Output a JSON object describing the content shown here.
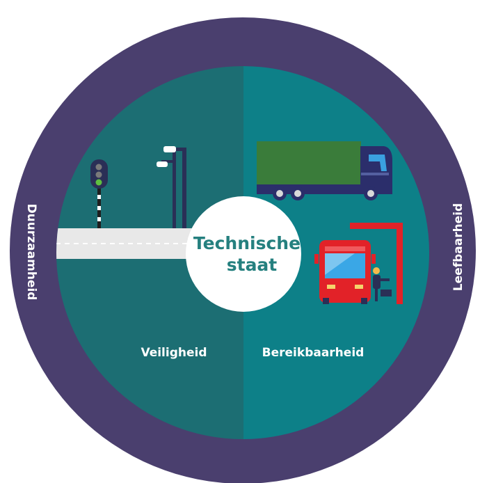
{
  "diagram": {
    "center_label_line1": "Technische",
    "center_label_line2": "staat",
    "inner_left_label": "Veiligheid",
    "inner_right_label": "Bereikbaarheid",
    "outer_left_label": "Duurzaamheid",
    "outer_right_label": "Leefbaarheid"
  },
  "colors": {
    "outer_ring": "#4a3f6e",
    "inner_left": "#1c6e73",
    "inner_right": "#0d8088",
    "center_fill": "#ffffff",
    "center_text": "#25807f",
    "truck_cargo": "#3a7c3a",
    "truck_cab": "#2b2e6b",
    "bus": "#e22228",
    "bus_stop": "#e22228"
  },
  "icons": [
    "traffic-light-icon",
    "street-lamp-icon",
    "road-icon",
    "truck-icon",
    "bus-icon",
    "bus-stop-icon",
    "person-icon"
  ]
}
